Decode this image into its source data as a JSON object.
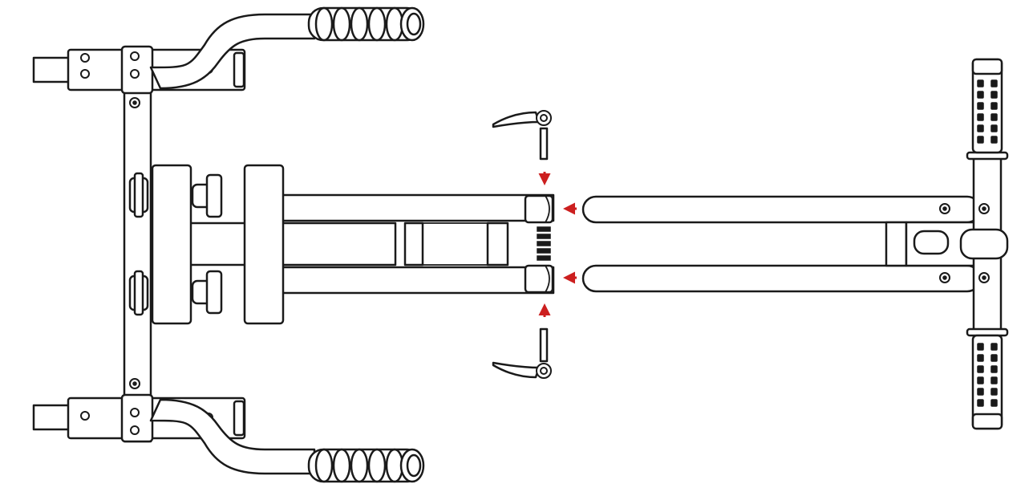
{
  "diagram": {
    "type": "assembly-instruction",
    "step_description": "",
    "parts": [
      {
        "name": "main-frame",
        "icon": "rower-front-frame"
      },
      {
        "name": "rail-extension",
        "icon": "rail-with-footbar"
      },
      {
        "name": "quick-release-pin-top",
        "icon": "quick-release-lever"
      },
      {
        "name": "quick-release-pin-bottom",
        "icon": "quick-release-lever"
      }
    ],
    "arrows": [
      {
        "name": "arrow-pin-top-down",
        "direction": "down"
      },
      {
        "name": "arrow-rail-upper-left",
        "direction": "left"
      },
      {
        "name": "arrow-rail-lower-left",
        "direction": "left"
      },
      {
        "name": "arrow-pin-bottom-up",
        "direction": "up"
      }
    ],
    "colors": {
      "line": "#1a1a1a",
      "arrow": "#cc1f1f",
      "background": "#ffffff"
    }
  }
}
